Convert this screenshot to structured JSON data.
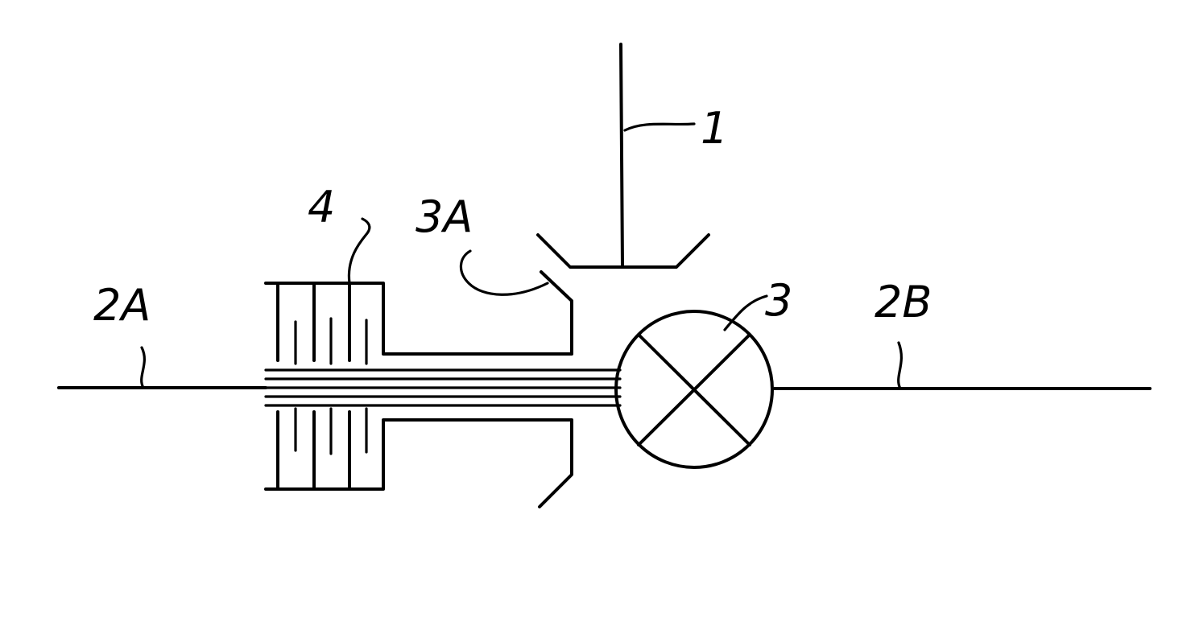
{
  "diagram": {
    "reference_labels": {
      "shaft_vertical": "1",
      "line_left": "2A",
      "line_right": "2B",
      "junction": "3",
      "junction_inlet": "3A",
      "stack": "4"
    },
    "colors": {
      "ink": "#000000",
      "background": "#ffffff"
    }
  }
}
